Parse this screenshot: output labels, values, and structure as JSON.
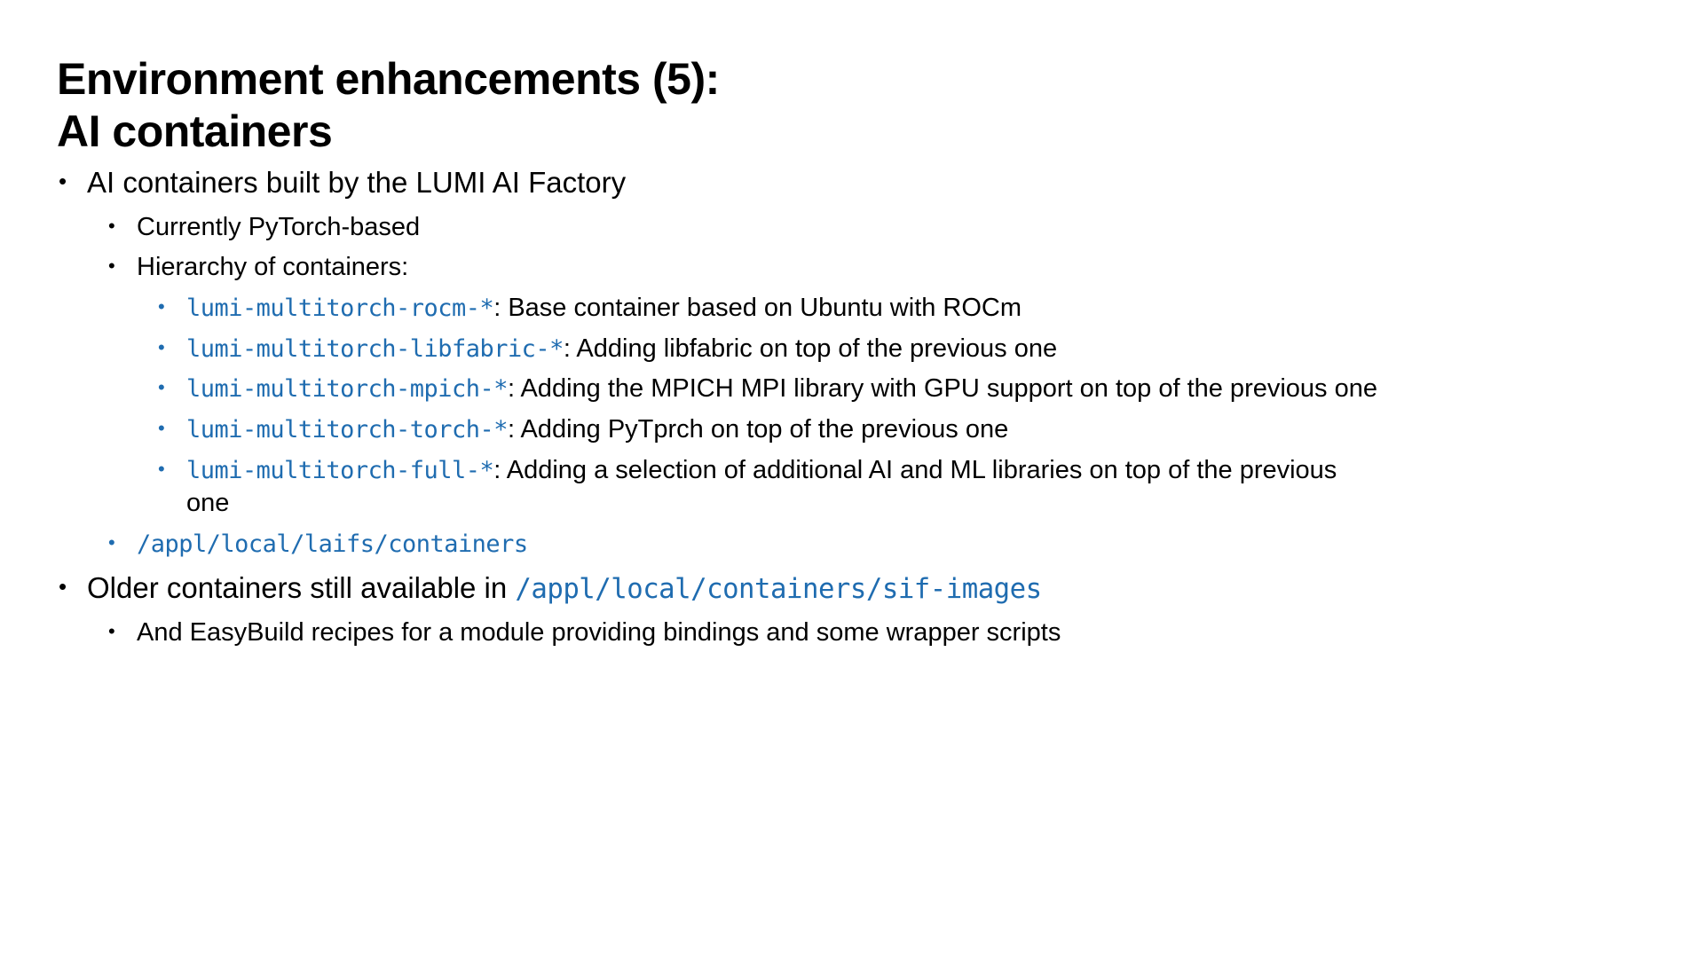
{
  "title": {
    "text": "Environment enhancements (5):\nAI containers"
  },
  "colors": {
    "background": "#ffffff",
    "text": "#000000",
    "code_blue": "#1f6cb0"
  },
  "bullets": [
    {
      "level": 1,
      "runs": [
        {
          "style": "plain",
          "text": "AI containers built by the LUMI AI Factory"
        }
      ]
    },
    {
      "level": 2,
      "runs": [
        {
          "style": "plain",
          "text": "Currently PyTorch-based"
        }
      ]
    },
    {
      "level": 2,
      "runs": [
        {
          "style": "plain",
          "text": "Hierarchy of containers:"
        }
      ]
    },
    {
      "level": 3,
      "runs": [
        {
          "style": "code",
          "text": "lumi-multitorch-rocm-*"
        },
        {
          "style": "plain",
          "text": ": Base container based on Ubuntu with ROCm"
        }
      ]
    },
    {
      "level": 3,
      "runs": [
        {
          "style": "code",
          "text": "lumi-multitorch-libfabric-*"
        },
        {
          "style": "plain",
          "text": ": Adding libfabric on top of the previous one"
        }
      ]
    },
    {
      "level": 3,
      "runs": [
        {
          "style": "code",
          "text": "lumi-multitorch-mpich-*"
        },
        {
          "style": "plain",
          "text": ": Adding the MPICH MPI library with GPU support on top of the previous one"
        }
      ]
    },
    {
      "level": 3,
      "runs": [
        {
          "style": "code",
          "text": "lumi-multitorch-torch-*"
        },
        {
          "style": "plain",
          "text": ": Adding PyTprch on top of the previous one"
        }
      ]
    },
    {
      "level": 3,
      "runs": [
        {
          "style": "code",
          "text": "lumi-multitorch-full-*"
        },
        {
          "style": "plain",
          "text": ": Adding a selection of additional AI and ML libraries on top of the previous one"
        }
      ]
    },
    {
      "level": 2,
      "runs": [
        {
          "style": "code",
          "text": "/appl/local/laifs/containers"
        }
      ]
    },
    {
      "level": 1,
      "runs": [
        {
          "style": "plain",
          "text": "Older containers still available in "
        },
        {
          "style": "code",
          "text": "/appl/local/containers/sif-images"
        }
      ]
    },
    {
      "level": 2,
      "runs": [
        {
          "style": "plain",
          "text": "And EasyBuild recipes for a module providing bindings and some wrapper scripts"
        }
      ]
    }
  ]
}
